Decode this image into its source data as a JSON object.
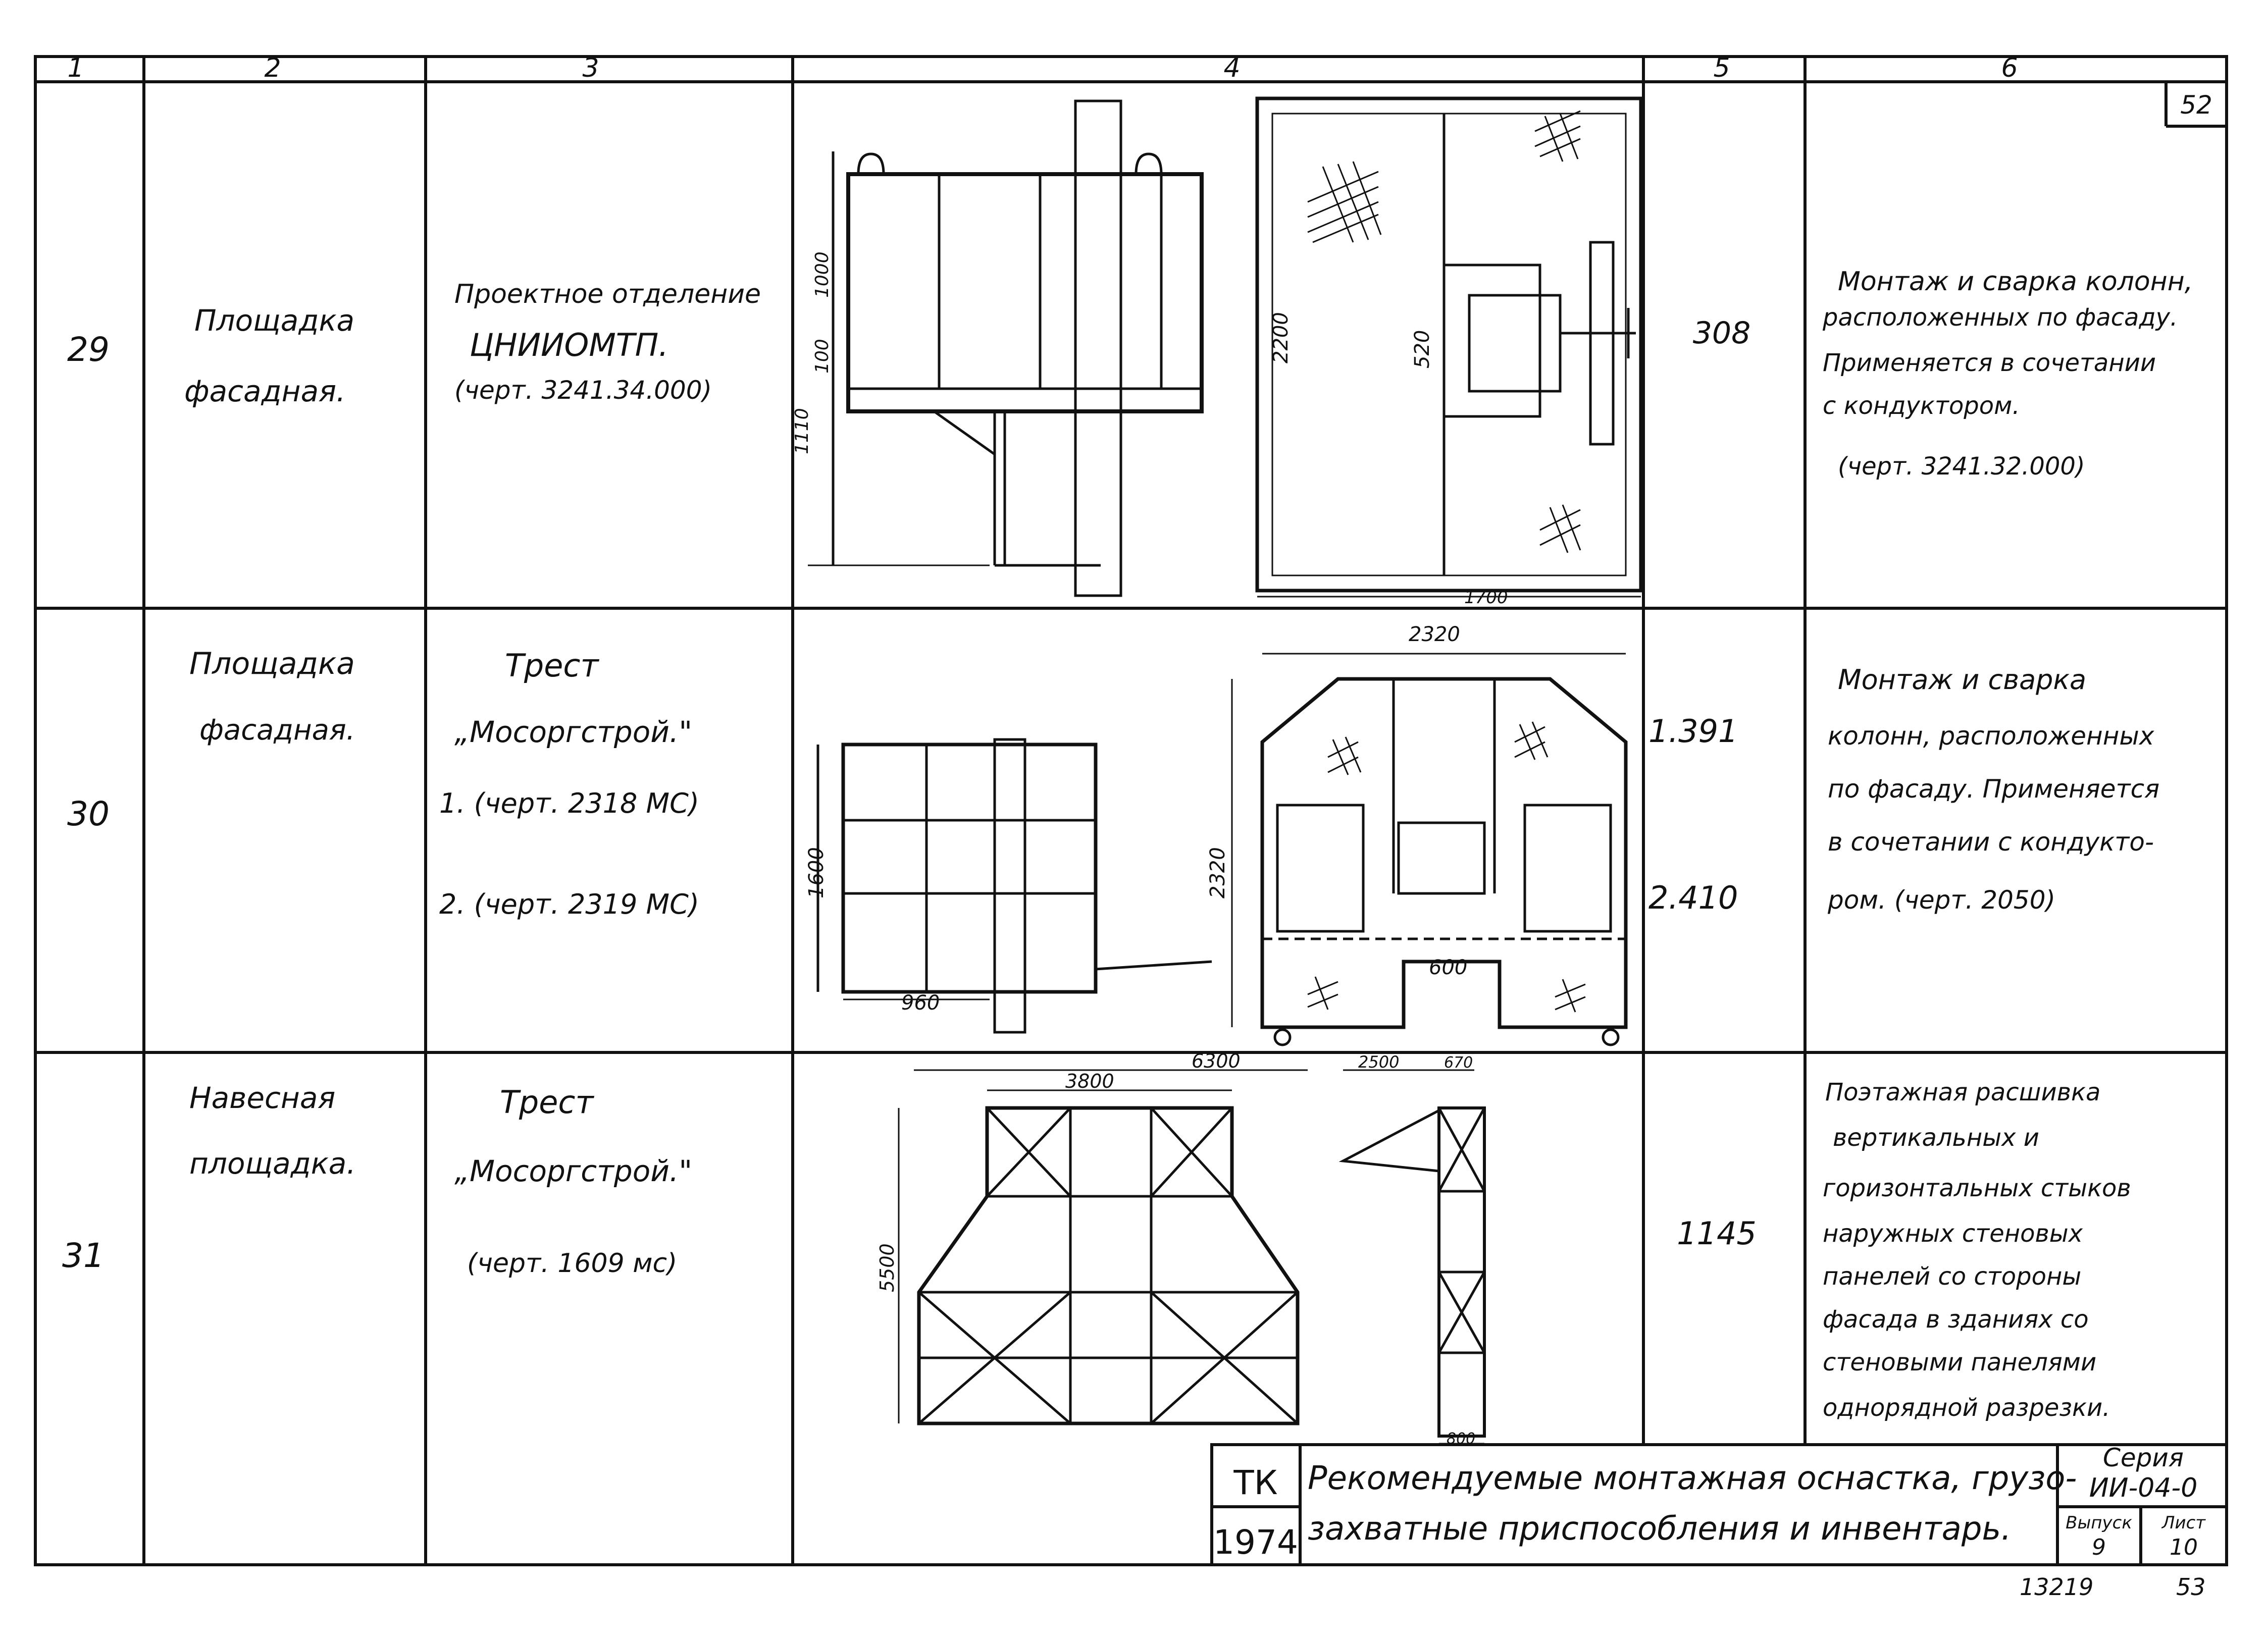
{
  "sheet": {
    "page_number_top": "52",
    "page_number_bottom": "53",
    "archive_number": "13219",
    "column_headers": [
      "1",
      "2",
      "3",
      "4",
      "5",
      "6"
    ]
  },
  "rows": [
    {
      "num": "29",
      "name": [
        "Площадка",
        "фасадная."
      ],
      "developer": [
        "Проектное отделение",
        "ЦНИИОМТП.",
        "(черт. 3241.34.000)"
      ],
      "weight": [
        "308"
      ],
      "note": [
        "Монтаж и сварка колонн,",
        "расположенных по фасаду.",
        "Применяется в сочетании",
        "с кондуктором.",
        "(черт. 3241.32.000)"
      ],
      "dims": [
        "1000",
        "100",
        "1110",
        "2200",
        "520",
        "1700"
      ]
    },
    {
      "num": "30",
      "name": [
        "Площадка",
        "фасадная."
      ],
      "developer": [
        "Трест",
        "„Мосоргстрой.\"",
        "1. (черт. 2318 МС)",
        "2. (черт. 2319 МС)"
      ],
      "weight": [
        "1.391",
        "2.410"
      ],
      "note": [
        "Монтаж и сварка",
        "колонн, расположенных",
        "по фасаду. Применяется",
        "в сочетании с кондукто-",
        "ром. (черт. 2050)"
      ],
      "dims": [
        "1600",
        "960",
        "2320",
        "2320",
        "600"
      ]
    },
    {
      "num": "31",
      "name": [
        "Навесная",
        "площадка."
      ],
      "developer": [
        "Трест",
        "„Мосоргстрой.\"",
        "(черт. 1609 мс)"
      ],
      "weight": [
        "1145"
      ],
      "note": [
        "Поэтажная расшивка",
        "вертикальных и",
        "горизонтальных стыков",
        "наружных стеновых",
        "панелей со стороны",
        "фасада в зданиях со",
        "стеновыми панелями",
        "однорядной разрезки."
      ],
      "dims": [
        "6300",
        "3800",
        "5500",
        "2500",
        "670",
        "800"
      ]
    }
  ],
  "title_block": {
    "code": "ТК",
    "year": "1974",
    "title_line1": "Рекомендуемые монтажная оснастка, грузо-",
    "title_line2": "захватные приспособления и инвентарь.",
    "series_label": "Серия",
    "series_value": "ИИ-04-0",
    "issue_label": "Выпуск",
    "issue_value": "9",
    "sheet_label": "Лист",
    "sheet_value": "10"
  }
}
